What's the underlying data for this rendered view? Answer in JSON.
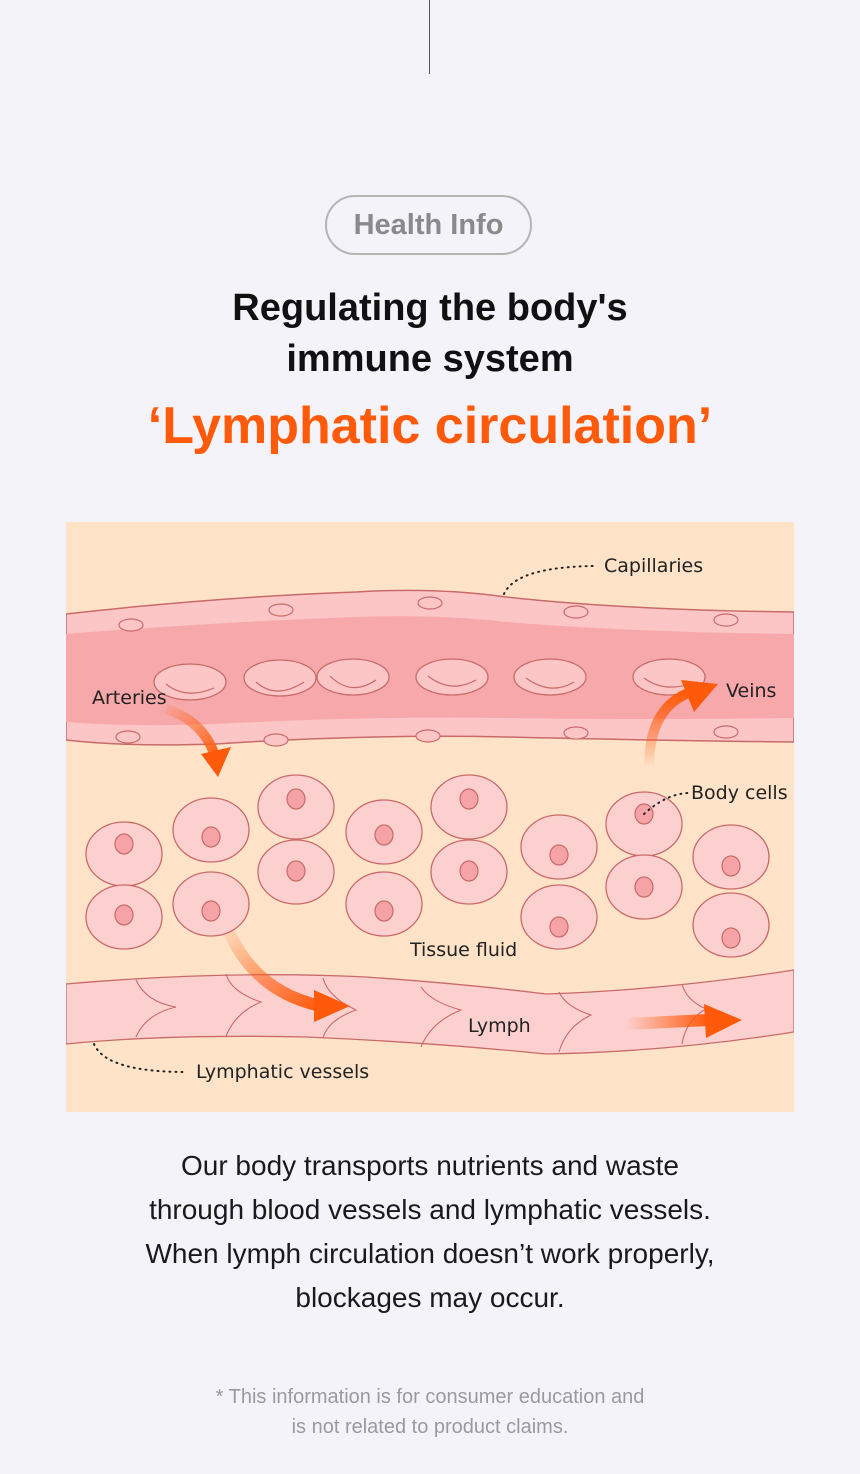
{
  "badge": {
    "label": "Health Info"
  },
  "heading": {
    "line1": "Regulating the body's",
    "line2": "immune system",
    "highlight": "‘Lymphatic circulation’"
  },
  "colors": {
    "accent": "#ff5a0a",
    "background": "#f4f3fa",
    "diagram_bg": "#ffe3c8"
  },
  "diagram": {
    "labels": {
      "capillaries": "Capillaries",
      "arteries": "Arteries",
      "veins": "Veins",
      "body_cells": "Body cells",
      "tissue_fluid": "Tissue fluid",
      "lymph": "Lymph",
      "lymphatic_vessels": "Lymphatic vessels"
    }
  },
  "body": {
    "lines": [
      "Our body transports nutrients and waste",
      "through blood vessels and lymphatic vessels.",
      "When lymph circulation doesn’t work properly,",
      "blockages may occur."
    ]
  },
  "disclaimer": {
    "lines": [
      "* This information is for consumer education and",
      "is not related to product claims."
    ]
  }
}
